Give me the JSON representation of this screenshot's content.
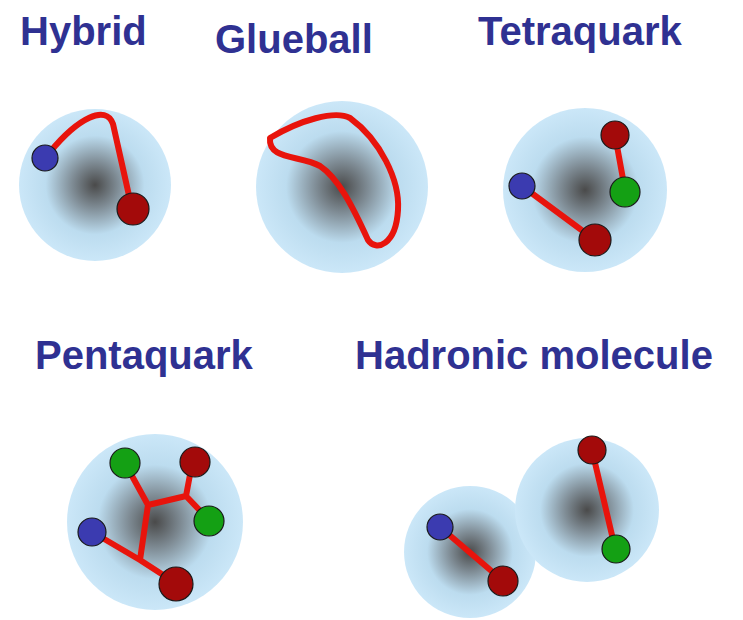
{
  "diagram": {
    "labels": [
      "Hybrid",
      "Glueball",
      "Tetraquark",
      "Pentaquark",
      "Hadronic molecule"
    ]
  }
}
